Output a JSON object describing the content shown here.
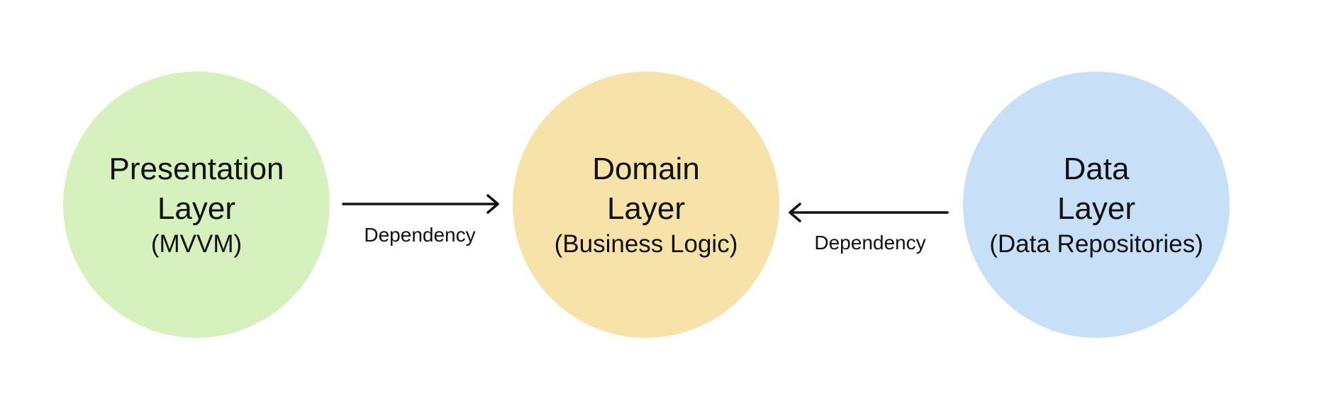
{
  "layers": [
    {
      "id": "presentation",
      "title_lines": [
        "Presentation",
        "Layer"
      ],
      "subtitle": "(MVVM)",
      "color": "#d6f1bd"
    },
    {
      "id": "domain",
      "title_lines": [
        "Domain",
        "Layer"
      ],
      "subtitle": "(Business Logic)",
      "color": "#f7e2a9"
    },
    {
      "id": "data",
      "title_lines": [
        "Data",
        "Layer"
      ],
      "subtitle": "(Data Repositories)",
      "color": "#c7e0f7"
    }
  ],
  "edges": [
    {
      "from": "presentation",
      "to": "domain",
      "label": "Dependency"
    },
    {
      "from": "data",
      "to": "domain",
      "label": "Dependency"
    }
  ],
  "colors": {
    "arrow": "#111111",
    "text": "#111111",
    "background": "#ffffff"
  }
}
